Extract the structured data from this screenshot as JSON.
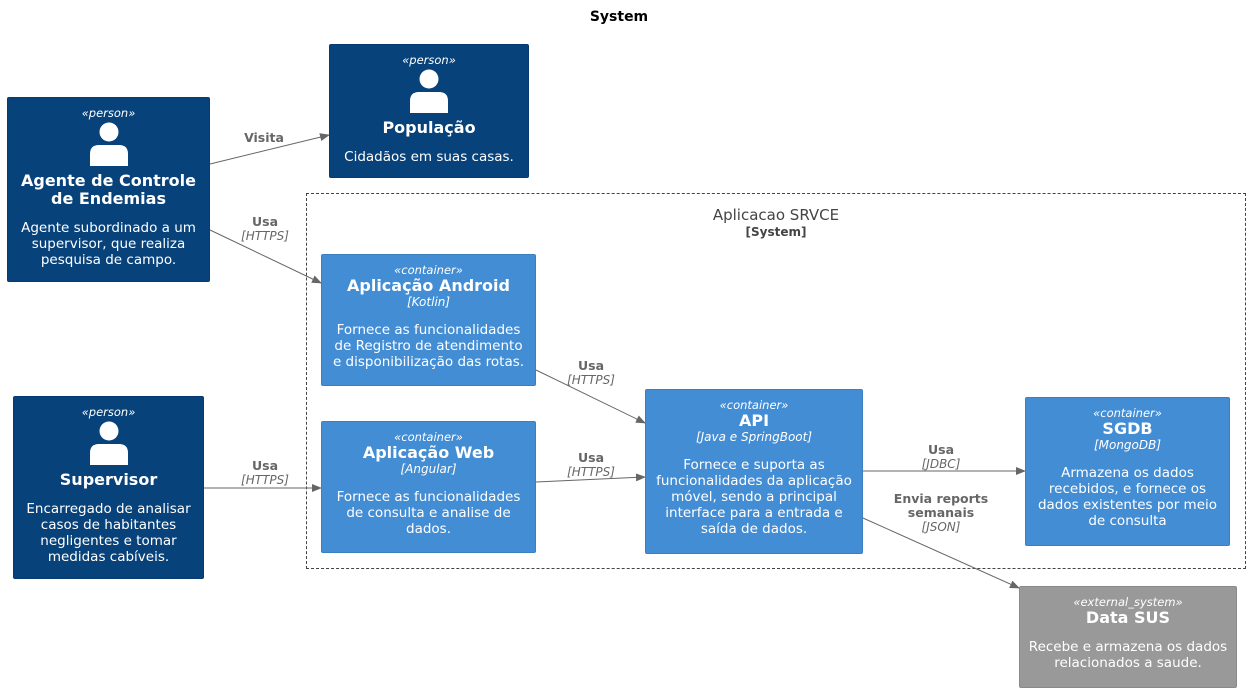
{
  "diagram_title": "System",
  "colors": {
    "person": "#08427b",
    "container": "#438dd5",
    "external_system": "#999999",
    "edge": "#666666"
  },
  "boundary": {
    "label": "Aplicacao SRVCE",
    "type": "[System]"
  },
  "nodes": {
    "populacao": {
      "stereotype": "«person»",
      "title": "População",
      "description": "Cidadãos em suas casas."
    },
    "agente": {
      "stereotype": "«person»",
      "title": "Agente de Controle de Endemias",
      "description": "Agente subordinado a um supervisor, que realiza pesquisa de campo."
    },
    "supervisor": {
      "stereotype": "«person»",
      "title": "Supervisor",
      "description": "Encarregado de analisar casos de habitantes negligentes e tomar medidas cabíveis."
    },
    "android": {
      "stereotype": "«container»",
      "title": "Aplicação Android",
      "technology": "[Kotlin]",
      "description": "Fornece as funcionalidades de Registro de atendimento e disponibilização das rotas."
    },
    "web": {
      "stereotype": "«container»",
      "title": "Aplicação Web",
      "technology": "[Angular]",
      "description": "Fornece as funcionalidades de consulta e analise de dados."
    },
    "api": {
      "stereotype": "«container»",
      "title": "API",
      "technology": "[Java e SpringBoot]",
      "description": "Fornece e suporta as funcionalidades da aplicação móvel, sendo a principal interface para a entrada e saída de dados."
    },
    "sgdb": {
      "stereotype": "«container»",
      "title": "SGDB",
      "technology": "[MongoDB]",
      "description": "Armazena os dados recebidos, e fornece os dados existentes por meio de consulta"
    },
    "datasus": {
      "stereotype": "«external_system»",
      "title": "Data SUS",
      "description": "Recebe e armazena os dados relacionados a saude."
    }
  },
  "edges": {
    "agente_populacao": {
      "label": "Visita",
      "tech": ""
    },
    "agente_android": {
      "label": "Usa",
      "tech": "[HTTPS]"
    },
    "supervisor_web": {
      "label": "Usa",
      "tech": "[HTTPS]"
    },
    "android_api": {
      "label": "Usa",
      "tech": "[HTTPS]"
    },
    "web_api": {
      "label": "Usa",
      "tech": "[HTTPS]"
    },
    "api_sgdb": {
      "label": "Usa",
      "tech": "[JDBC]"
    },
    "api_datasus": {
      "label": "Envia reports semanais",
      "tech": "[JSON]"
    }
  }
}
